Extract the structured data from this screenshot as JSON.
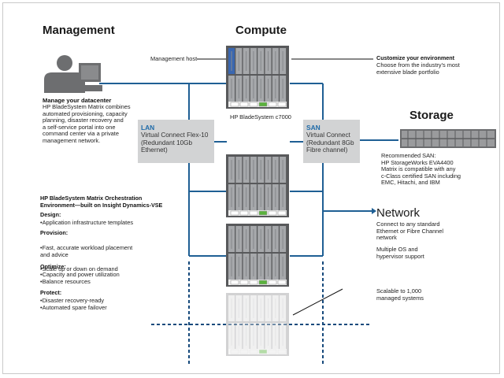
{
  "colors": {
    "blue_line": "#1f5f94",
    "navy_dash": "#174a7c",
    "grey_box": "#d2d3d4",
    "accent_label": "#1e6aa8",
    "green": "#5ab23d",
    "highlight": "#3a67b0"
  },
  "icons": {
    "person": "person-icon",
    "monitor": "monitor-icon",
    "storage": "storage-array-icon",
    "chassis": "blade-chassis-icon"
  },
  "headings": {
    "management": "Management",
    "compute": "Compute",
    "storage": "Storage",
    "network": "Network"
  },
  "management": {
    "title": "Manage your datacenter",
    "body": "HP BladeSystem Matrix combines\nautomated provisioning, capacity\nplanning, disaster recovery and\na self-service portal into one\ncommand center via a private\nmanagement network."
  },
  "labels": {
    "management_host": "Management host",
    "chassis_caption": "HP BladeSystem c7000"
  },
  "customize": {
    "title": "Customize your environment",
    "body": "Choose from the industry's most\nextensive blade portfolio"
  },
  "lan": {
    "title": "LAN",
    "body": "Virtual Connect Flex-10\n(Redundant 10Gb\nEthernet)"
  },
  "san": {
    "title": "SAN",
    "body": "Virtual Connect\n(Redundant 8Gb\nFibre channel)"
  },
  "storage": {
    "body": "Recommended SAN:\nHP StorageWorks EVA4400\nMatrix is compatible with any\nc-Class certified SAN including\nEMC, Hitachi, and IBM"
  },
  "network": {
    "body1": "Connect to any standard\nEthernet or Fibre Channel\nnetwork",
    "body2": "Multiple OS and\nhypervisor support"
  },
  "scalable": "Scalable to 1,000\nmanaged systems",
  "orchestration": {
    "title": "HP BladeSystem Matrix Orchestration\nEnvironment—built on Insight Dynamics-VSE",
    "sections": [
      {
        "heading": "Design:",
        "items": [
          "Application infrastructure templates"
        ]
      },
      {
        "heading": "Provision:",
        "items": [
          "Fast, accurate workload placement\n  and advice",
          "Scale up or down on demand"
        ]
      },
      {
        "heading": "Optimize:",
        "items": [
          "Capacity and power utilization",
          "Balance resources"
        ]
      },
      {
        "heading": "Protect:",
        "items": [
          "Disaster recovery-ready",
          "Automated spare failover"
        ]
      }
    ]
  }
}
